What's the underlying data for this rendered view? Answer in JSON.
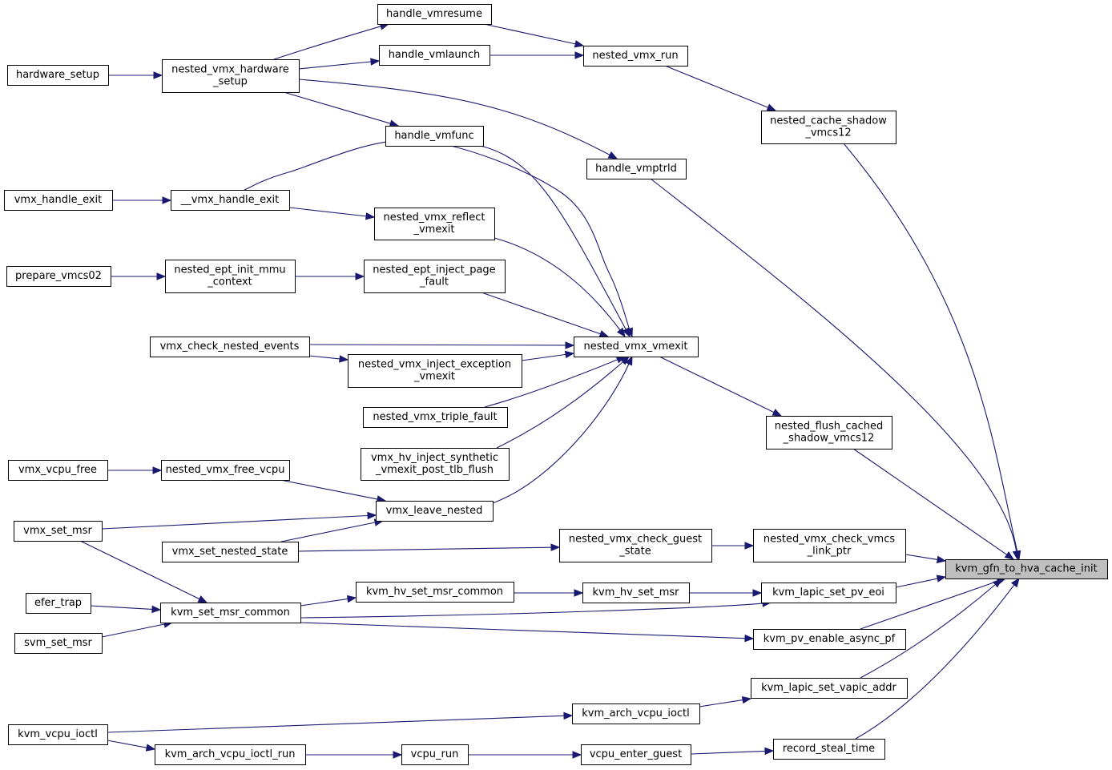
{
  "graph": {
    "colors": {
      "edge": "#191970",
      "node_border": "#000000",
      "node_fill": "#ffffff",
      "target_fill": "#bfbfbf"
    },
    "nodes": [
      {
        "id": "kvm_gfn_to_hva_cache_init",
        "lines": [
          "kvm_gfn_to_hva_cache_init"
        ],
        "target": true
      },
      {
        "id": "nested_cache_shadow_vmcs12",
        "lines": [
          "nested_cache_shadow",
          "_vmcs12"
        ]
      },
      {
        "id": "nested_flush_cached_shadow_vmcs12",
        "lines": [
          "nested_flush_cached",
          "_shadow_vmcs12"
        ]
      },
      {
        "id": "nested_vmx_check_vmcs_link_ptr",
        "lines": [
          "nested_vmx_check_vmcs",
          "_link_ptr"
        ]
      },
      {
        "id": "kvm_lapic_set_pv_eoi",
        "lines": [
          "kvm_lapic_set_pv_eoi"
        ]
      },
      {
        "id": "kvm_pv_enable_async_pf",
        "lines": [
          "kvm_pv_enable_async_pf"
        ]
      },
      {
        "id": "kvm_lapic_set_vapic_addr",
        "lines": [
          "kvm_lapic_set_vapic_addr"
        ]
      },
      {
        "id": "record_steal_time",
        "lines": [
          "record_steal_time"
        ]
      },
      {
        "id": "nested_vmx_run",
        "lines": [
          "nested_vmx_run"
        ]
      },
      {
        "id": "handle_vmptrld",
        "lines": [
          "handle_vmptrld"
        ]
      },
      {
        "id": "nested_vmx_vmexit",
        "lines": [
          "nested_vmx_vmexit"
        ]
      },
      {
        "id": "nested_vmx_check_guest_state",
        "lines": [
          "nested_vmx_check_guest",
          "_state"
        ]
      },
      {
        "id": "kvm_hv_set_msr",
        "lines": [
          "kvm_hv_set_msr"
        ]
      },
      {
        "id": "kvm_arch_vcpu_ioctl",
        "lines": [
          "kvm_arch_vcpu_ioctl"
        ]
      },
      {
        "id": "vcpu_enter_guest",
        "lines": [
          "vcpu_enter_guest"
        ]
      },
      {
        "id": "handle_vmresume",
        "lines": [
          "handle_vmresume"
        ]
      },
      {
        "id": "handle_vmlaunch",
        "lines": [
          "handle_vmlaunch"
        ]
      },
      {
        "id": "nested_vmx_hardware_setup",
        "lines": [
          "nested_vmx_hardware",
          "_setup"
        ]
      },
      {
        "id": "handle_vmfunc",
        "lines": [
          "handle_vmfunc"
        ]
      },
      {
        "id": "__vmx_handle_exit",
        "lines": [
          "__vmx_handle_exit"
        ]
      },
      {
        "id": "nested_vmx_reflect_vmexit",
        "lines": [
          "nested_vmx_reflect",
          "_vmexit"
        ]
      },
      {
        "id": "nested_ept_inject_page_fault",
        "lines": [
          "nested_ept_inject_page",
          "_fault"
        ]
      },
      {
        "id": "vmx_check_nested_events",
        "lines": [
          "vmx_check_nested_events"
        ]
      },
      {
        "id": "nested_vmx_inject_exception_vmexit",
        "lines": [
          "nested_vmx_inject_exception",
          "_vmexit"
        ]
      },
      {
        "id": "nested_vmx_triple_fault",
        "lines": [
          "nested_vmx_triple_fault"
        ]
      },
      {
        "id": "vmx_hv_inject_synthetic_vmexit_post_tlb_flush",
        "lines": [
          "vmx_hv_inject_synthetic",
          "_vmexit_post_tlb_flush"
        ]
      },
      {
        "id": "vmx_leave_nested",
        "lines": [
          "vmx_leave_nested"
        ]
      },
      {
        "id": "vmx_set_nested_state",
        "lines": [
          "vmx_set_nested_state"
        ]
      },
      {
        "id": "kvm_hv_set_msr_common",
        "lines": [
          "kvm_hv_set_msr_common"
        ]
      },
      {
        "id": "vcpu_run",
        "lines": [
          "vcpu_run"
        ]
      },
      {
        "id": "hardware_setup",
        "lines": [
          "hardware_setup"
        ]
      },
      {
        "id": "vmx_handle_exit",
        "lines": [
          "vmx_handle_exit"
        ]
      },
      {
        "id": "prepare_vmcs02",
        "lines": [
          "prepare_vmcs02"
        ]
      },
      {
        "id": "nested_ept_init_mmu_context",
        "lines": [
          "nested_ept_init_mmu",
          "_context"
        ]
      },
      {
        "id": "vmx_vcpu_free",
        "lines": [
          "vmx_vcpu_free"
        ]
      },
      {
        "id": "nested_vmx_free_vcpu",
        "lines": [
          "nested_vmx_free_vcpu"
        ]
      },
      {
        "id": "vmx_set_msr",
        "lines": [
          "vmx_set_msr"
        ]
      },
      {
        "id": "kvm_set_msr_common",
        "lines": [
          "kvm_set_msr_common"
        ]
      },
      {
        "id": "efer_trap",
        "lines": [
          "efer_trap"
        ]
      },
      {
        "id": "svm_set_msr",
        "lines": [
          "svm_set_msr"
        ]
      },
      {
        "id": "kvm_vcpu_ioctl",
        "lines": [
          "kvm_vcpu_ioctl"
        ]
      },
      {
        "id": "kvm_arch_vcpu_ioctl_run",
        "lines": [
          "kvm_arch_vcpu_ioctl_run"
        ]
      }
    ],
    "edges": [
      {
        "from": "nested_cache_shadow_vmcs12",
        "to": "kvm_gfn_to_hva_cache_init"
      },
      {
        "from": "nested_flush_cached_shadow_vmcs12",
        "to": "kvm_gfn_to_hva_cache_init"
      },
      {
        "from": "nested_vmx_check_vmcs_link_ptr",
        "to": "kvm_gfn_to_hva_cache_init"
      },
      {
        "from": "kvm_lapic_set_pv_eoi",
        "to": "kvm_gfn_to_hva_cache_init"
      },
      {
        "from": "kvm_pv_enable_async_pf",
        "to": "kvm_gfn_to_hva_cache_init"
      },
      {
        "from": "kvm_lapic_set_vapic_addr",
        "to": "kvm_gfn_to_hva_cache_init"
      },
      {
        "from": "record_steal_time",
        "to": "kvm_gfn_to_hva_cache_init"
      },
      {
        "from": "handle_vmptrld",
        "to": "kvm_gfn_to_hva_cache_init"
      },
      {
        "from": "nested_vmx_run",
        "to": "nested_cache_shadow_vmcs12"
      },
      {
        "from": "handle_vmresume",
        "to": "nested_vmx_run"
      },
      {
        "from": "handle_vmlaunch",
        "to": "nested_vmx_run"
      },
      {
        "from": "nested_vmx_hardware_setup",
        "to": "handle_vmresume"
      },
      {
        "from": "nested_vmx_hardware_setup",
        "to": "handle_vmlaunch"
      },
      {
        "from": "nested_vmx_hardware_setup",
        "to": "handle_vmfunc"
      },
      {
        "from": "nested_vmx_hardware_setup",
        "to": "handle_vmptrld"
      },
      {
        "from": "hardware_setup",
        "to": "nested_vmx_hardware_setup"
      },
      {
        "from": "nested_vmx_vmexit",
        "to": "nested_flush_cached_shadow_vmcs12"
      },
      {
        "from": "handle_vmfunc",
        "to": "nested_vmx_vmexit"
      },
      {
        "from": "__vmx_handle_exit",
        "to": "nested_vmx_vmexit"
      },
      {
        "from": "nested_vmx_reflect_vmexit",
        "to": "nested_vmx_vmexit"
      },
      {
        "from": "nested_ept_inject_page_fault",
        "to": "nested_vmx_vmexit"
      },
      {
        "from": "vmx_check_nested_events",
        "to": "nested_vmx_vmexit"
      },
      {
        "from": "nested_vmx_inject_exception_vmexit",
        "to": "nested_vmx_vmexit"
      },
      {
        "from": "nested_vmx_triple_fault",
        "to": "nested_vmx_vmexit"
      },
      {
        "from": "vmx_hv_inject_synthetic_vmexit_post_tlb_flush",
        "to": "nested_vmx_vmexit"
      },
      {
        "from": "vmx_leave_nested",
        "to": "nested_vmx_vmexit"
      },
      {
        "from": "vmx_handle_exit",
        "to": "__vmx_handle_exit"
      },
      {
        "from": "__vmx_handle_exit",
        "to": "nested_vmx_reflect_vmexit"
      },
      {
        "from": "prepare_vmcs02",
        "to": "nested_ept_init_mmu_context"
      },
      {
        "from": "nested_ept_init_mmu_context",
        "to": "nested_ept_inject_page_fault"
      },
      {
        "from": "vmx_check_nested_events",
        "to": "nested_vmx_inject_exception_vmexit"
      },
      {
        "from": "vmx_vcpu_free",
        "to": "nested_vmx_free_vcpu"
      },
      {
        "from": "nested_vmx_free_vcpu",
        "to": "vmx_leave_nested"
      },
      {
        "from": "vmx_set_msr",
        "to": "vmx_leave_nested"
      },
      {
        "from": "vmx_set_nested_state",
        "to": "vmx_leave_nested"
      },
      {
        "from": "vmx_set_nested_state",
        "to": "nested_vmx_check_guest_state"
      },
      {
        "from": "nested_vmx_check_guest_state",
        "to": "nested_vmx_check_vmcs_link_ptr"
      },
      {
        "from": "vmx_set_msr",
        "to": "kvm_set_msr_common"
      },
      {
        "from": "efer_trap",
        "to": "kvm_set_msr_common"
      },
      {
        "from": "svm_set_msr",
        "to": "kvm_set_msr_common"
      },
      {
        "from": "kvm_set_msr_common",
        "to": "kvm_hv_set_msr_common"
      },
      {
        "from": "kvm_set_msr_common",
        "to": "kvm_lapic_set_pv_eoi"
      },
      {
        "from": "kvm_set_msr_common",
        "to": "kvm_pv_enable_async_pf"
      },
      {
        "from": "kvm_hv_set_msr_common",
        "to": "kvm_hv_set_msr"
      },
      {
        "from": "kvm_hv_set_msr",
        "to": "kvm_lapic_set_pv_eoi"
      },
      {
        "from": "kvm_arch_vcpu_ioctl",
        "to": "kvm_lapic_set_vapic_addr"
      },
      {
        "from": "kvm_vcpu_ioctl",
        "to": "kvm_arch_vcpu_ioctl"
      },
      {
        "from": "kvm_vcpu_ioctl",
        "to": "kvm_arch_vcpu_ioctl_run"
      },
      {
        "from": "kvm_arch_vcpu_ioctl_run",
        "to": "vcpu_run"
      },
      {
        "from": "vcpu_run",
        "to": "vcpu_enter_guest"
      },
      {
        "from": "vcpu_enter_guest",
        "to": "record_steal_time"
      }
    ]
  }
}
